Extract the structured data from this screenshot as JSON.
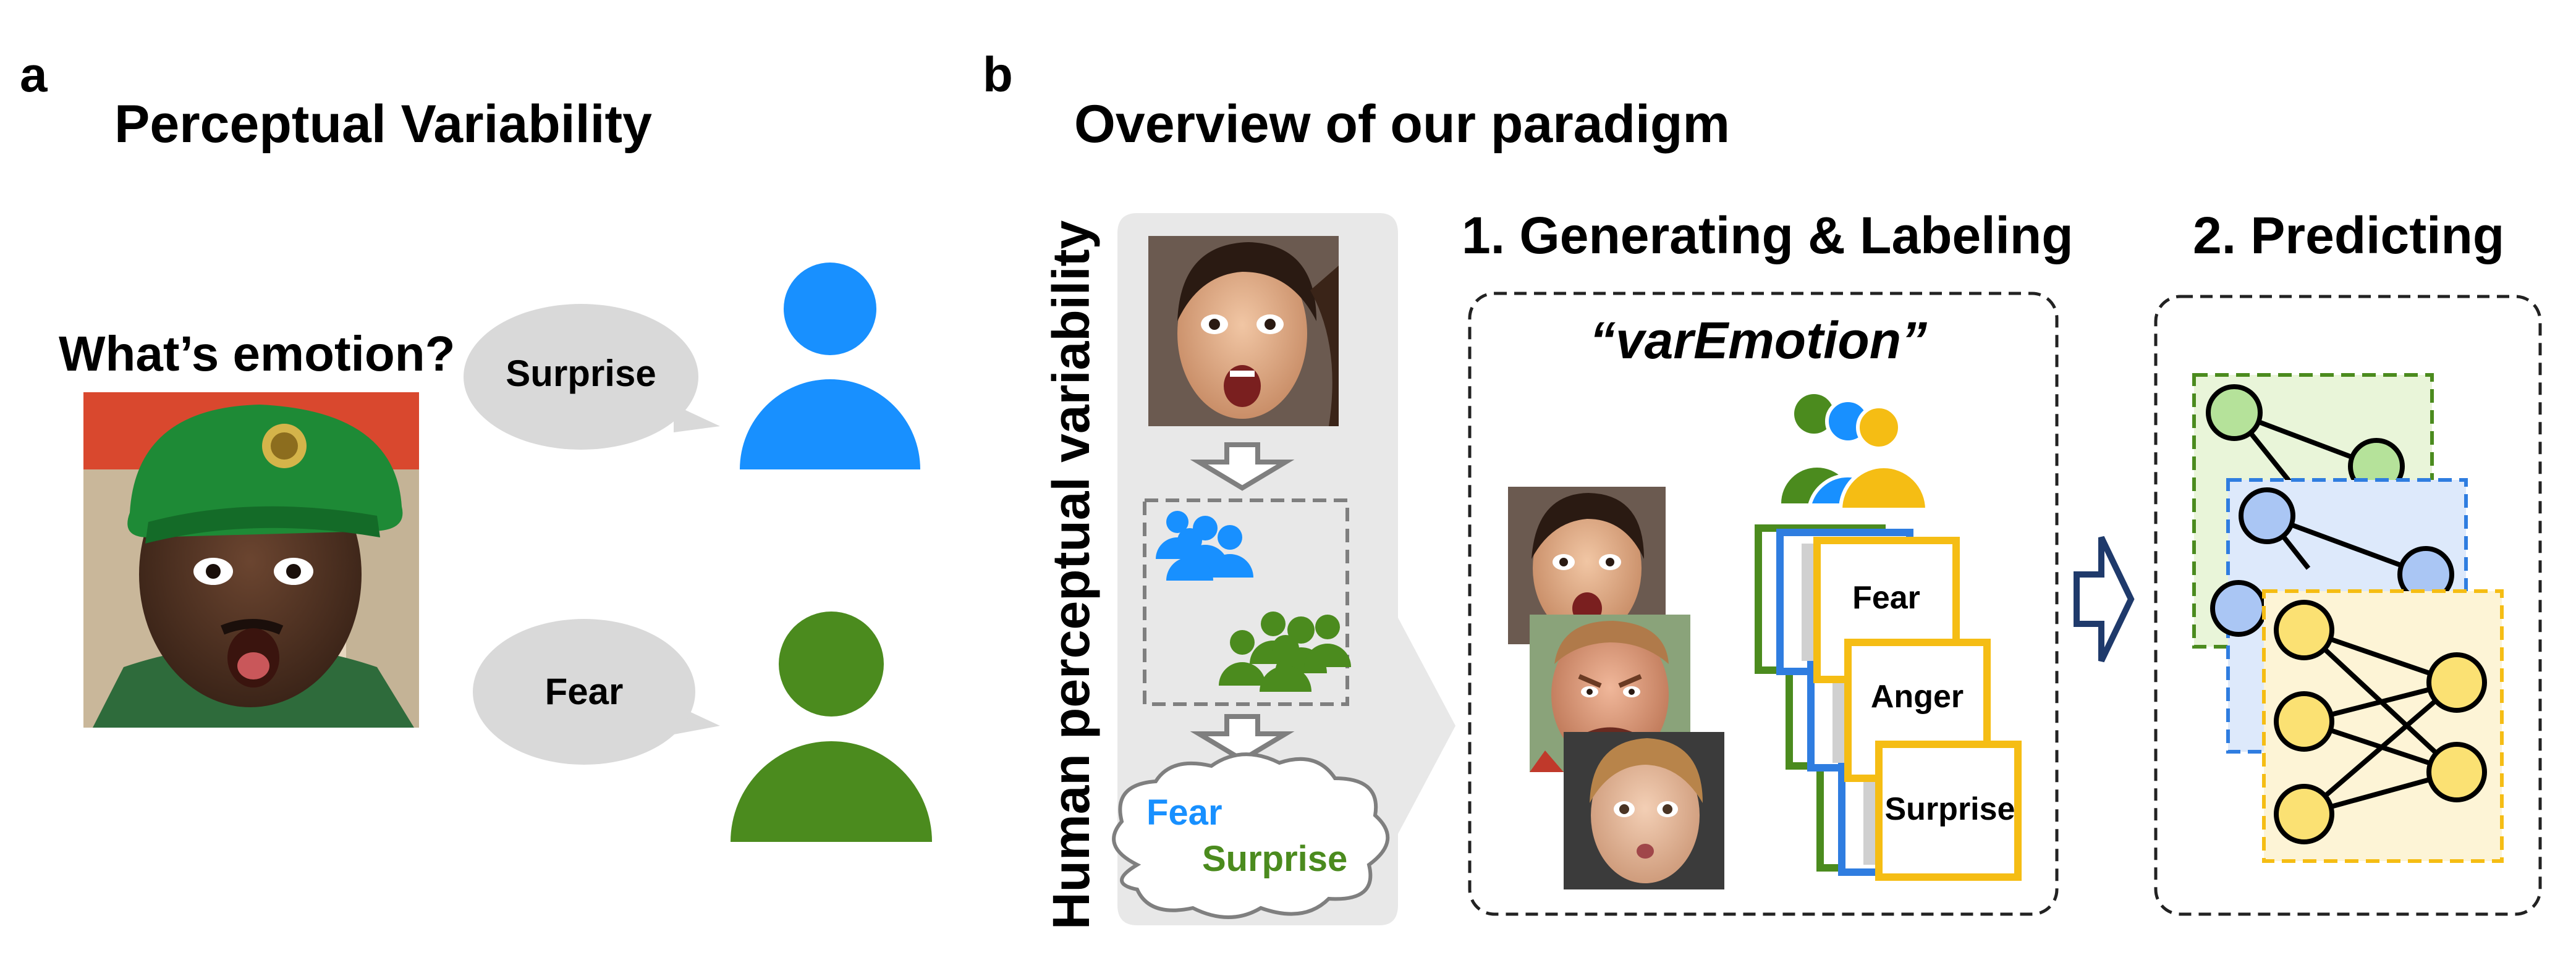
{
  "panel_a": {
    "letter": "a",
    "title": "Perceptual Variability",
    "question": "What’s emotion?",
    "bubble_top": "Surprise",
    "bubble_bottom": "Fear",
    "person_top_color": "#1890ff",
    "person_bottom_color": "#4b8b1e"
  },
  "panel_b": {
    "letter": "b",
    "title": "Overview of our paradigm",
    "vertical_label": "Human perceptual variability",
    "cloud_word_1": "Fear",
    "cloud_word_2": "Surprise",
    "step1_title": "1. Generating & Labeling",
    "dataset_name": "“varEmotion”",
    "card_labels": [
      "Fear",
      "Anger",
      "Surprise"
    ],
    "step2_title": "2. Predicting"
  },
  "colors": {
    "blue": "#1890ff",
    "green": "#4b8b1e",
    "yellow": "#f5bd14",
    "net_green_fill": "#e9f5d9",
    "net_blue_fill": "#dde9fb",
    "net_yellow_fill": "#fdf4d6",
    "navy_arrow": "#1f3a6b"
  }
}
